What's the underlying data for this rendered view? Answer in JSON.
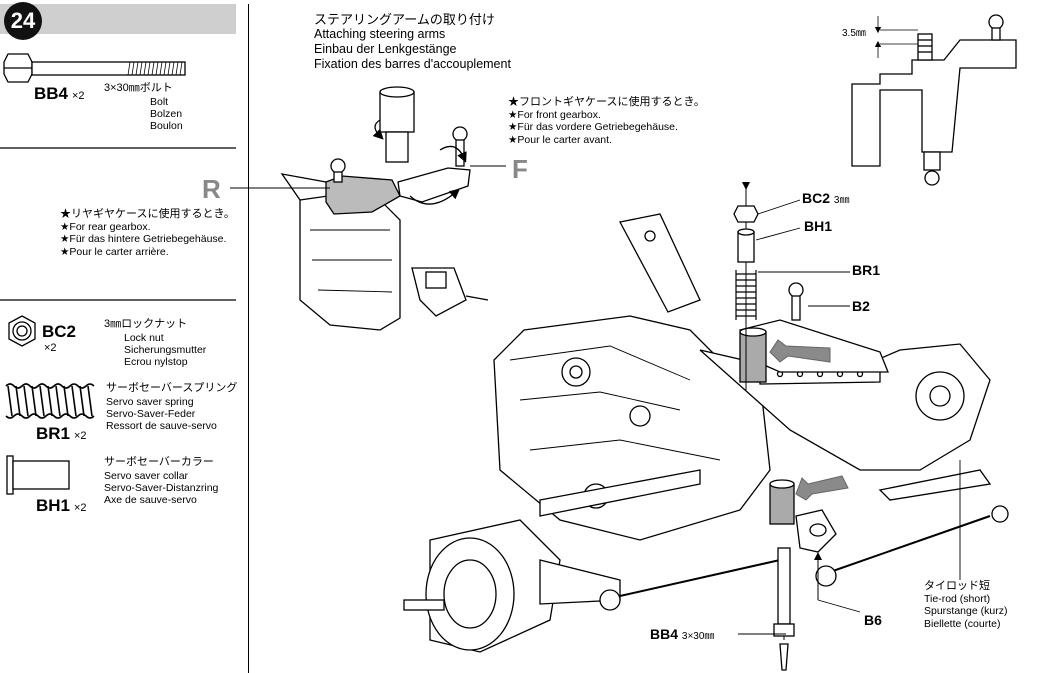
{
  "step": {
    "number": "24"
  },
  "title": {
    "jp": "ステアリングアームの取り付け",
    "en": "Attaching steering arms",
    "de": "Einbau der Lenkgestänge",
    "fr": "Fixation des barres d'accouplement"
  },
  "parts": [
    {
      "code": "BB4",
      "qty": "×2",
      "size": "3×30㎜ボルト",
      "names": [
        "Bolt",
        "Bolzen",
        "Boulon"
      ]
    },
    {
      "code": "BC2",
      "qty": "×2",
      "size": "3㎜ロックナット",
      "names": [
        "Lock nut",
        "Sicherungsmutter",
        "Ecrou nylstop"
      ]
    },
    {
      "code": "BR1",
      "qty": "×2",
      "size": "サーボセーバースプリング",
      "names": [
        "Servo saver spring",
        "Servo-Saver-Feder",
        "Ressort de sauve-servo"
      ]
    },
    {
      "code": "BH1",
      "qty": "×2",
      "size": "サーボセーバーカラー",
      "names": [
        "Servo saver collar",
        "Servo-Saver-Distanzring",
        "Axe de sauve-servo"
      ]
    }
  ],
  "rear_note": [
    "★リヤギヤケースに使用するとき。",
    "★For rear gearbox.",
    "★Für das hintere Getriebegehäuse.",
    "★Pour le carter arrière."
  ],
  "front_note": [
    "★フロントギヤケースに使用するとき。",
    "★For front gearbox.",
    "★Für das vordere Getriebegehäuse.",
    "★Pour le carter avant."
  ],
  "labels": {
    "r": "R",
    "f": "F",
    "dimension": "3.5㎜",
    "bc2": "BC2",
    "bc2_size": "3㎜",
    "bh1": "BH1",
    "br1": "BR1",
    "b2": "B2",
    "bb4": "BB4",
    "bb4_size": "3×30㎜",
    "b6": "B6"
  },
  "tierod": [
    "タイロッド短",
    "Tie-rod (short)",
    "Spurstange (kurz)",
    "Biellette (courte)"
  ]
}
